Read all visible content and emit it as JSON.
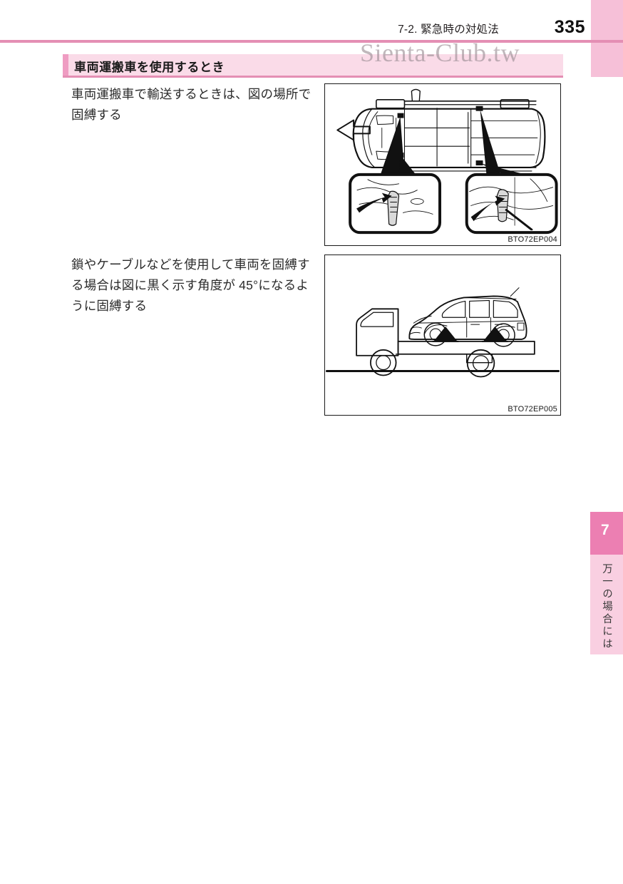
{
  "header": {
    "running_head": "7-2. 緊急時の対処法",
    "page_number": "335"
  },
  "watermark": {
    "text": "Sienta-Club.tw"
  },
  "section": {
    "heading": "車両運搬車を使用するとき"
  },
  "body": {
    "paragraph_1": "車両運搬車で輸送するときは、図の場所で固縛する",
    "paragraph_2": "鎖やケーブルなどを使用して車両を固縛する場合は図に黒く示す角度が 45°になるように固縛する"
  },
  "figures": [
    {
      "code": "BTO72EP004",
      "description": "車両の上面図。前後4か所の固縛位置と2つの拡大詳細図"
    },
    {
      "code": "BTO72EP005",
      "description": "車両運搬車（フラットベッドトラック）に積載された車両の側面図"
    }
  ],
  "side_tab": {
    "chapter_number": "7",
    "chapter_label": "万一の場合には"
  },
  "colors": {
    "accent_pink": "#ef9cc2",
    "heading_bg": "#fadbe8",
    "rule_pink": "#e48fb4",
    "tab_dark": "#ec7fb2",
    "tab_light": "#f9cfe1",
    "edge_band": "#f6c0d8",
    "ink": "#1a1a1a"
  }
}
